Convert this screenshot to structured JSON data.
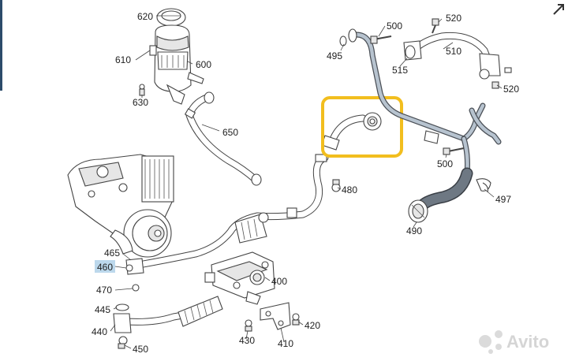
{
  "corner_icon": "expand-arrow-icon",
  "callouts": [
    {
      "id": "620",
      "label": "620"
    },
    {
      "id": "610",
      "label": "610"
    },
    {
      "id": "600",
      "label": "600"
    },
    {
      "id": "630",
      "label": "630"
    },
    {
      "id": "650",
      "label": "650"
    },
    {
      "id": "500a",
      "label": "500"
    },
    {
      "id": "495",
      "label": "495"
    },
    {
      "id": "515",
      "label": "515"
    },
    {
      "id": "520a",
      "label": "520"
    },
    {
      "id": "510",
      "label": "510"
    },
    {
      "id": "520b",
      "label": "520"
    },
    {
      "id": "500b",
      "label": "500"
    },
    {
      "id": "480",
      "label": "480"
    },
    {
      "id": "497",
      "label": "497"
    },
    {
      "id": "490",
      "label": "490"
    },
    {
      "id": "465",
      "label": "465"
    },
    {
      "id": "460",
      "label": "460"
    },
    {
      "id": "400",
      "label": "400"
    },
    {
      "id": "470",
      "label": "470"
    },
    {
      "id": "445",
      "label": "445"
    },
    {
      "id": "440",
      "label": "440"
    },
    {
      "id": "450",
      "label": "450"
    },
    {
      "id": "420",
      "label": "420"
    },
    {
      "id": "430",
      "label": "430"
    },
    {
      "id": "410",
      "label": "410"
    }
  ],
  "highlight": {
    "label_id": "460",
    "box_color": "#f2be1e",
    "label_bg": "#bcd8ec"
  },
  "watermark": {
    "text": "Avito"
  }
}
